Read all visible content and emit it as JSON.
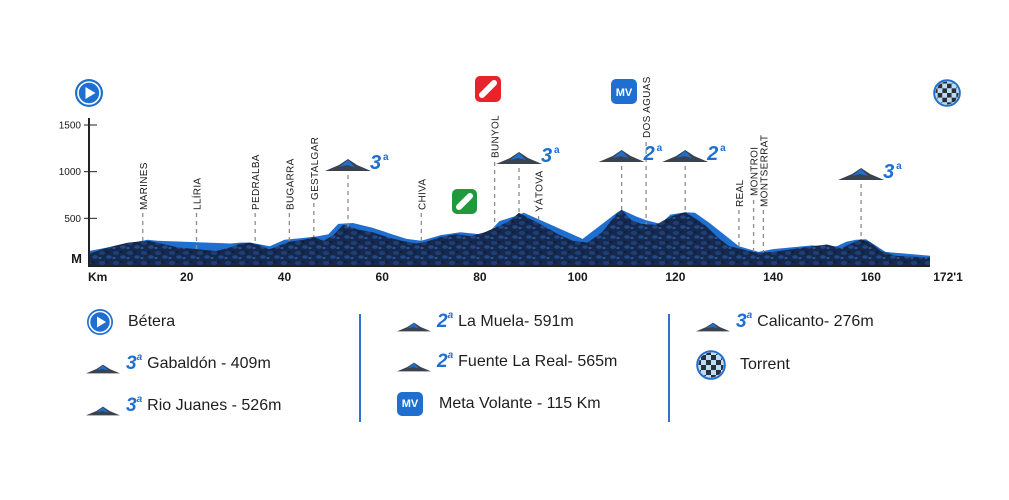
{
  "chart_data": {
    "type": "area",
    "title": "",
    "xlabel": "Km",
    "ylabel": "M",
    "xlim": [
      0,
      172.1
    ],
    "ylim": [
      0,
      1500
    ],
    "x_ticks": [
      20,
      40,
      60,
      80,
      100,
      120,
      140,
      160
    ],
    "x_tick_labels": [
      "20",
      "40",
      "60",
      "80",
      "100",
      "120",
      "140",
      "160"
    ],
    "x_end_label": "172'1",
    "y_ticks": [
      500,
      1000,
      1500
    ],
    "y_tick_labels": [
      "500",
      "1000",
      "1500"
    ],
    "profile": {
      "km": [
        0,
        4,
        8,
        12,
        14,
        18,
        22,
        26,
        29,
        31,
        33,
        35,
        37,
        41,
        44,
        46,
        48,
        50,
        52,
        53,
        55,
        58,
        61,
        64,
        67,
        69,
        72,
        75,
        78,
        81,
        84,
        86,
        88,
        90,
        93,
        96,
        99,
        102,
        105,
        108,
        109,
        111,
        113,
        116,
        119,
        122,
        124,
        126,
        129,
        131,
        133,
        135,
        137,
        140,
        144,
        148,
        151,
        154,
        156,
        158,
        160,
        162,
        165,
        168,
        172.1
      ],
      "elevation": [
        120,
        190,
        240,
        260,
        240,
        190,
        170,
        150,
        190,
        230,
        240,
        210,
        170,
        250,
        270,
        300,
        260,
        320,
        430,
        420,
        380,
        350,
        300,
        260,
        230,
        250,
        300,
        330,
        310,
        350,
        420,
        470,
        560,
        500,
        420,
        330,
        260,
        240,
        350,
        550,
        591,
        480,
        440,
        430,
        520,
        565,
        500,
        430,
        280,
        200,
        180,
        150,
        130,
        140,
        170,
        200,
        220,
        180,
        230,
        276,
        240,
        150,
        100,
        90,
        80
      ]
    },
    "highlight_profile": {
      "km": [
        0,
        12,
        14,
        29,
        31,
        33,
        37,
        40,
        44,
        47,
        49,
        51,
        54,
        58,
        62,
        65,
        68,
        72,
        76,
        80,
        82,
        84,
        87,
        89,
        101,
        104,
        108,
        109,
        112,
        114,
        117,
        119,
        122,
        124,
        127,
        133,
        137,
        140,
        148,
        150,
        153,
        155,
        157,
        159,
        163,
        172.1
      ],
      "elevation": [
        150,
        270,
        260,
        230,
        240,
        240,
        200,
        270,
        290,
        310,
        330,
        440,
        450,
        400,
        330,
        280,
        260,
        320,
        350,
        330,
        360,
        470,
        520,
        560,
        280,
        400,
        560,
        591,
        520,
        480,
        440,
        540,
        565,
        560,
        450,
        200,
        140,
        170,
        210,
        200,
        200,
        250,
        270,
        276,
        140,
        100
      ]
    },
    "towns": [
      {
        "name": "MARINES",
        "km": 11
      },
      {
        "name": "LLÍRIA",
        "km": 22
      },
      {
        "name": "PEDRALBA",
        "km": 34
      },
      {
        "name": "BUGARRA",
        "km": 41
      },
      {
        "name": "GESTALGAR",
        "km": 46
      },
      {
        "name": "CHIVA",
        "km": 68
      },
      {
        "name": "BUNYOL",
        "km": 83
      },
      {
        "name": "YÁTOVA",
        "km": 92
      },
      {
        "name": "DOS AGUAS",
        "km": 114
      },
      {
        "name": "REAL",
        "km": 133
      },
      {
        "name": "MONTROI",
        "km": 136
      },
      {
        "name": "MONTSERRAT",
        "km": 138
      }
    ],
    "climbs": [
      {
        "category": "3",
        "km": 53,
        "elevation": 409
      },
      {
        "category": "3",
        "km": 88,
        "elevation": 526
      },
      {
        "category": "2",
        "km": 109,
        "elevation": 591
      },
      {
        "category": "2",
        "km": 122,
        "elevation": 565
      },
      {
        "category": "3",
        "km": 158,
        "elevation": 276
      }
    ],
    "markers": [
      {
        "type": "start",
        "km": 0
      },
      {
        "type": "feed-zone-red",
        "km": 83
      },
      {
        "type": "feed-zone-green",
        "km": 75
      },
      {
        "type": "intermediate-sprint",
        "km": 109,
        "label": "MV"
      },
      {
        "type": "finish",
        "km": 172.1
      }
    ]
  },
  "legend": {
    "col1": [
      {
        "icon": "start-icon",
        "text": "Bétera"
      },
      {
        "icon": "climb-icon",
        "category": "3",
        "sup": "a",
        "text": "Gabaldón - 409m"
      },
      {
        "icon": "climb-icon",
        "category": "3",
        "sup": "a",
        "text": "Rio Juanes - 526m"
      }
    ],
    "col2": [
      {
        "icon": "climb-icon",
        "category": "2",
        "sup": "a",
        "text": "La Muela- 591m"
      },
      {
        "icon": "climb-icon",
        "category": "2",
        "sup": "a",
        "text": "Fuente La Real- 565m"
      },
      {
        "icon": "sprint-icon",
        "badge": "MV",
        "text": "Meta Volante - 115 Km"
      }
    ],
    "col3": [
      {
        "icon": "climb-icon",
        "category": "3",
        "sup": "a",
        "text": "Calicanto- 276m"
      },
      {
        "icon": "finish-icon",
        "text": "Torrent"
      }
    ]
  },
  "colors": {
    "mountain_dark": "#15284d",
    "mountain_mid": "#1d3f78",
    "highlight_blue": "#1f6fd0",
    "accent_blue": "#1d6fd1",
    "feed_red": "#e8232b",
    "feed_green": "#1e9a3c",
    "checker_light": "#b9dcf7",
    "axis": "#222222",
    "dash": "#8c8c8c"
  }
}
